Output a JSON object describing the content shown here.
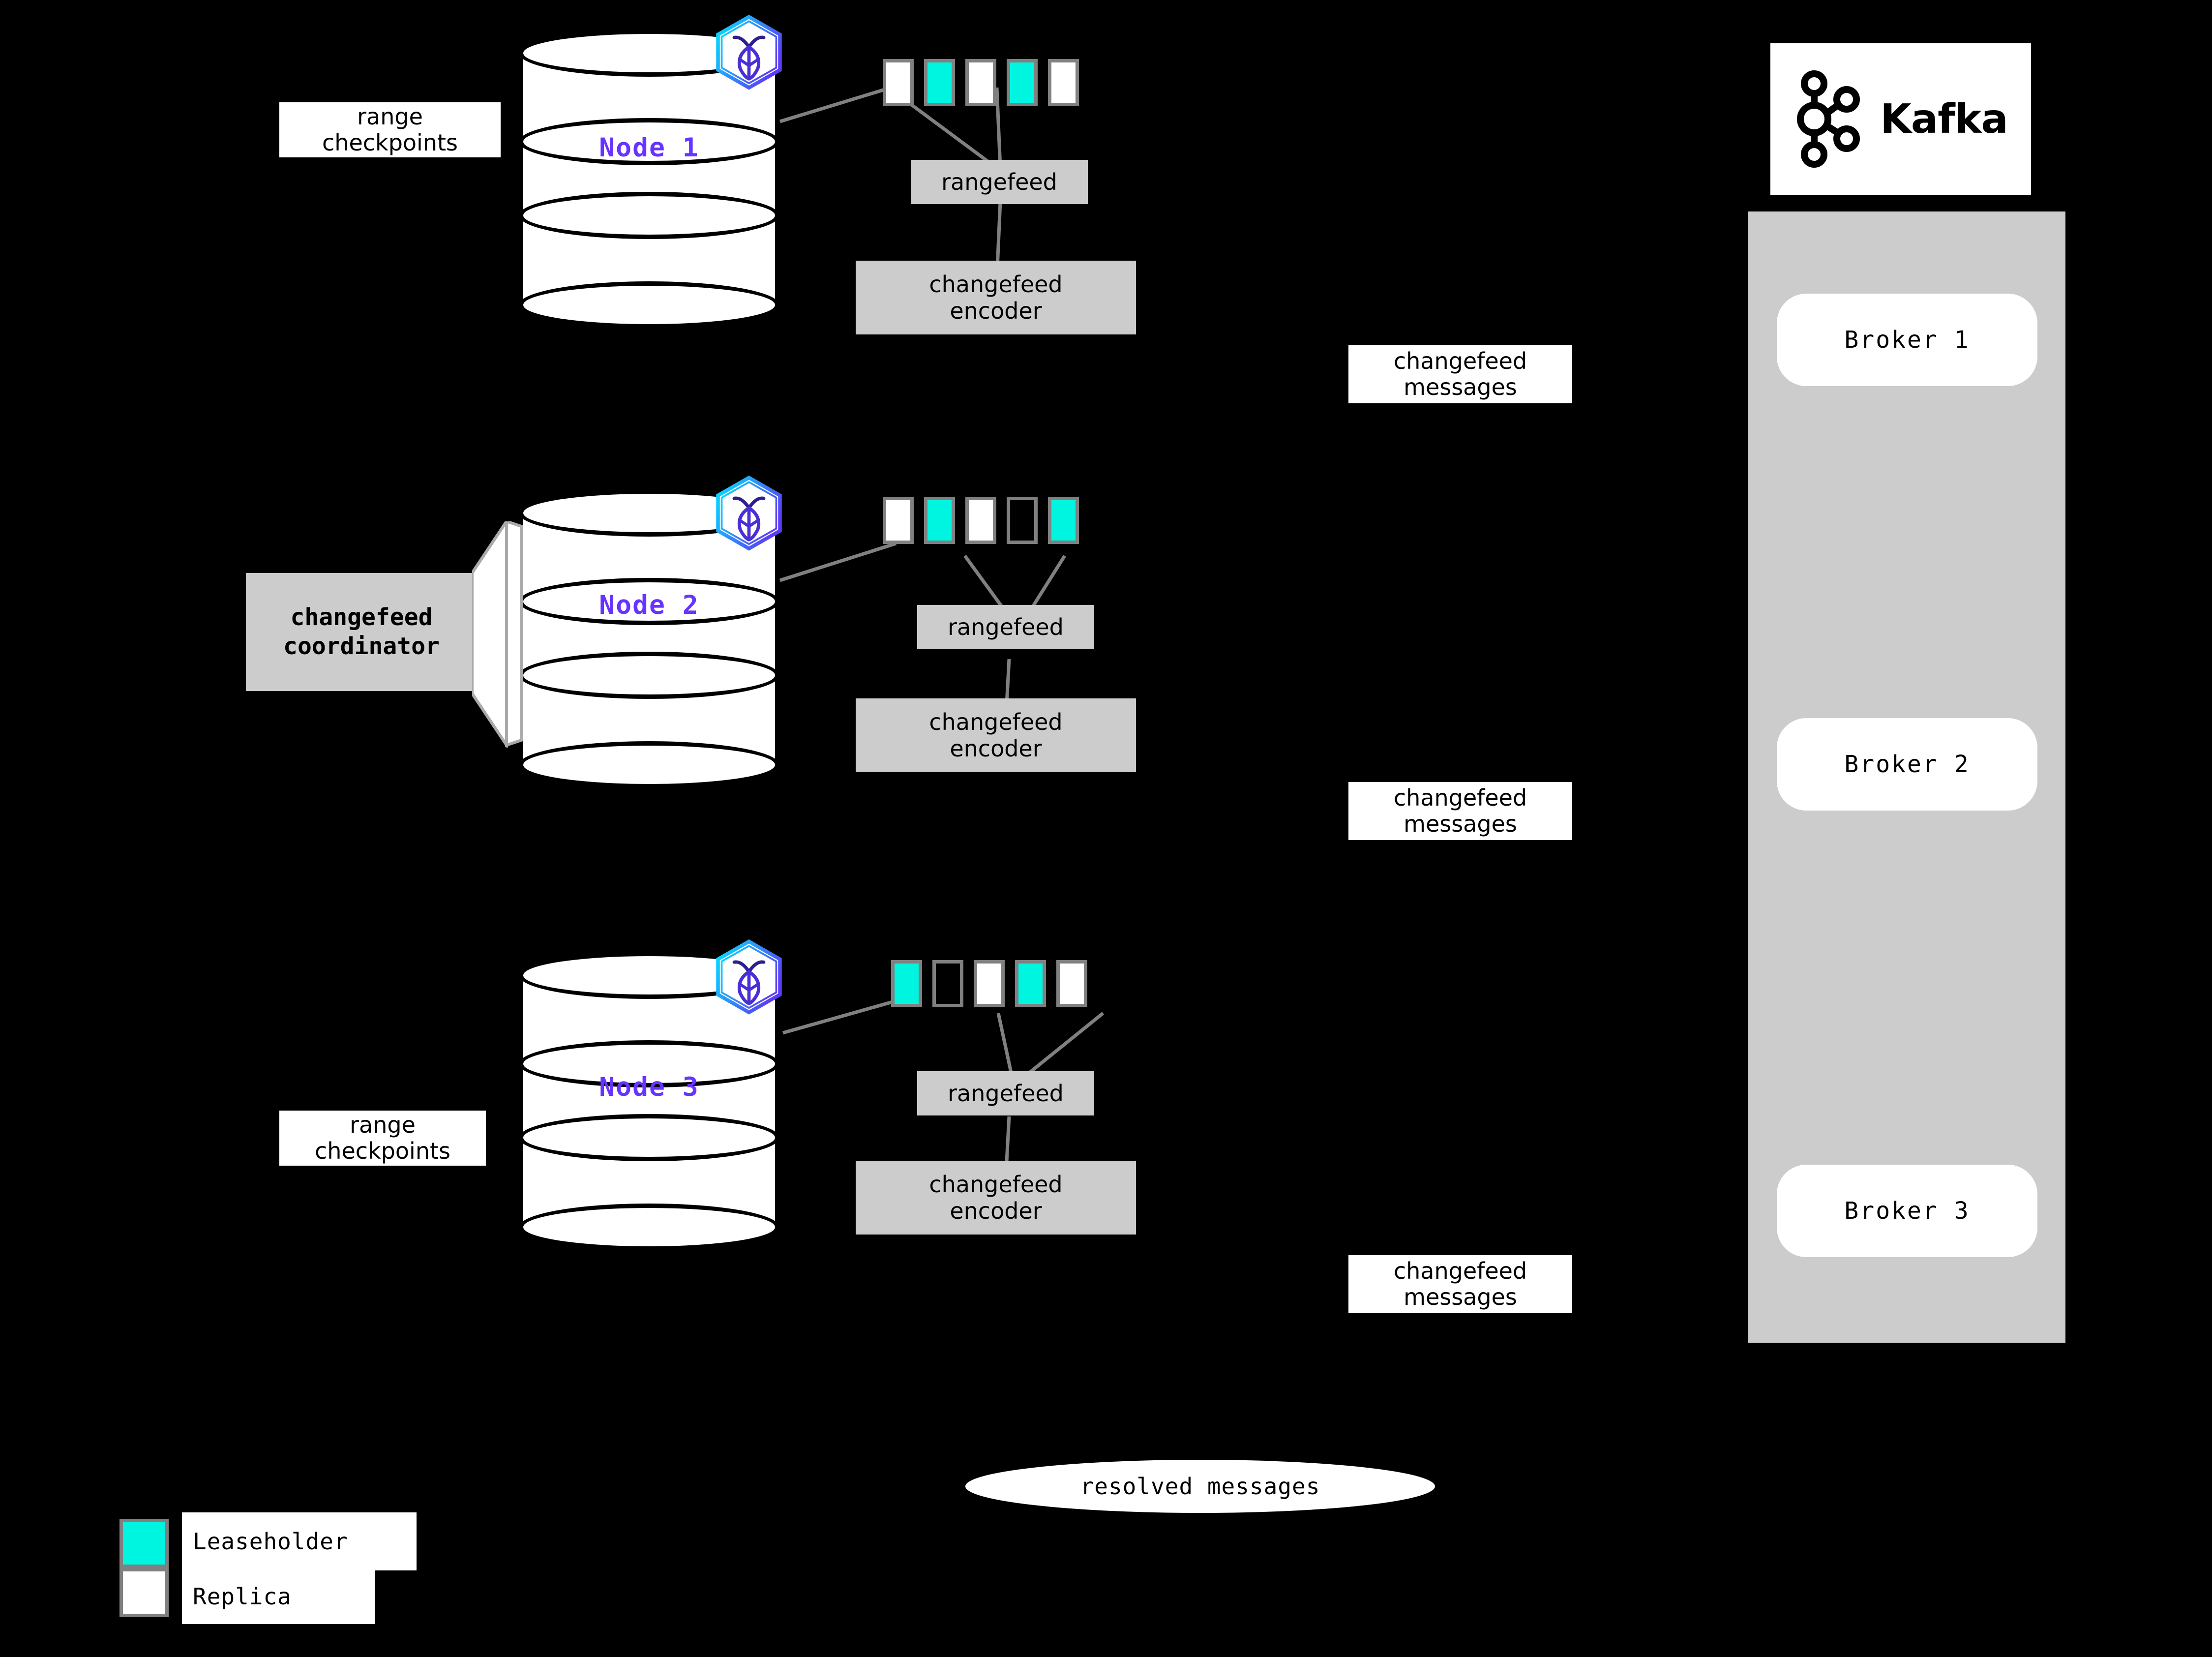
{
  "theme": {
    "background": "#000000",
    "leaseholder_color": "#00f5e0",
    "replica_color": "#ffffff",
    "empty_range_color": "#000000",
    "range_border_color": "#808080",
    "process_box_color": "#cccccc",
    "node_label_color": "#6933ff",
    "kafka_panel_color": "#cccccc"
  },
  "nodes": [
    {
      "label": "Node 1",
      "logo_icon": "cockroachdb-hexagon-icon",
      "ranges": [
        "replica",
        "leaseholder",
        "replica",
        "leaseholder",
        "replica"
      ],
      "rangefeed_label": "rangefeed",
      "encoder_label": "changefeed encoder",
      "encoder_line1": "changefeed",
      "encoder_line2": "encoder",
      "checkpoint_label_line1": "range",
      "checkpoint_label_line2": "checkpoints",
      "has_checkpoint_label": true,
      "has_coordinator": false
    },
    {
      "label": "Node 2",
      "logo_icon": "cockroachdb-hexagon-icon",
      "ranges": [
        "replica",
        "leaseholder",
        "replica",
        "empty",
        "leaseholder"
      ],
      "rangefeed_label": "rangefeed",
      "encoder_label": "changefeed encoder",
      "encoder_line1": "changefeed",
      "encoder_line2": "encoder",
      "checkpoint_label_line1": "",
      "checkpoint_label_line2": "",
      "has_checkpoint_label": false,
      "has_coordinator": true,
      "coordinator_line1": "changefeed",
      "coordinator_line2": "coordinator"
    },
    {
      "label": "Node 3",
      "logo_icon": "cockroachdb-hexagon-icon",
      "ranges": [
        "leaseholder",
        "empty",
        "replica",
        "leaseholder",
        "replica"
      ],
      "rangefeed_label": "rangefeed",
      "encoder_label": "changefeed encoder",
      "encoder_line1": "changefeed",
      "encoder_line2": "encoder",
      "checkpoint_label_line1": "range",
      "checkpoint_label_line2": "checkpoints",
      "has_checkpoint_label": true,
      "has_coordinator": false
    }
  ],
  "edge_labels": [
    {
      "line1": "changefeed",
      "line2": "messages"
    },
    {
      "line1": "changefeed",
      "line2": "messages"
    },
    {
      "line1": "changefeed",
      "line2": "messages"
    }
  ],
  "resolved_messages_label": "resolved messages",
  "kafka": {
    "logo_text": "Kafka",
    "logo_icon": "kafka-node-graph-icon",
    "brokers": [
      "Broker 1",
      "Broker 2",
      "Broker 3"
    ]
  },
  "legend": [
    {
      "swatch": "leaseholder",
      "label": "Leaseholder",
      "color": "#00f5e0"
    },
    {
      "swatch": "replica",
      "label": "Replica",
      "color": "#ffffff"
    }
  ]
}
